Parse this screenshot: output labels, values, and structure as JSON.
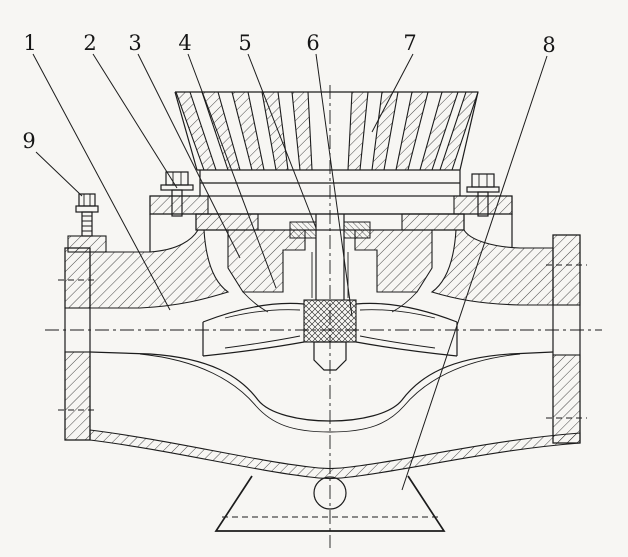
{
  "drawing": {
    "callouts": [
      {
        "label": "1"
      },
      {
        "label": "2"
      },
      {
        "label": "3"
      },
      {
        "label": "4"
      },
      {
        "label": "5"
      },
      {
        "label": "6"
      },
      {
        "label": "7"
      },
      {
        "label": "8"
      },
      {
        "label": "9"
      }
    ],
    "colors": {
      "ink": "#1c1c1c",
      "paper": "#f7f6f3"
    }
  }
}
